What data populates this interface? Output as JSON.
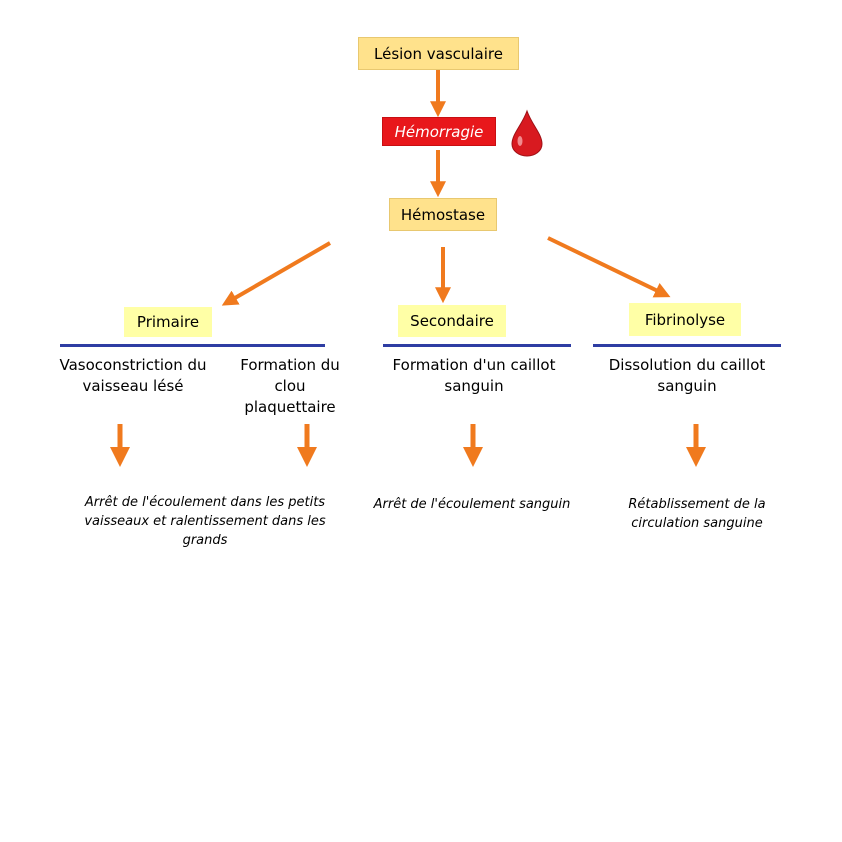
{
  "top": {
    "lesion": "Lésion vasculaire",
    "hemorragie": "Hémorragie",
    "hemostase": "Hémostase"
  },
  "branches": {
    "primaire": {
      "title": "Primaire",
      "left_text": "Vasoconstriction du vaisseau lésé",
      "right_text": "Formation du clou plaquettaire",
      "result": "Arrêt de l'écoulement dans les petits vaisseaux et ralentissement dans les grands"
    },
    "secondaire": {
      "title": "Secondaire",
      "text": "Formation d'un caillot sanguin",
      "result": "Arrêt de l'écoulement sanguin"
    },
    "fibrinolyse": {
      "title": "Fibrinolyse",
      "text": "Dissolution du caillot sanguin",
      "result": "Rétablissement de la circulation sanguine"
    }
  },
  "colors": {
    "arrow": "#F07A1E",
    "rule": "#2E3DA3",
    "blood": "#D81A20"
  },
  "icons": {
    "drop": "blood-drop-icon"
  }
}
